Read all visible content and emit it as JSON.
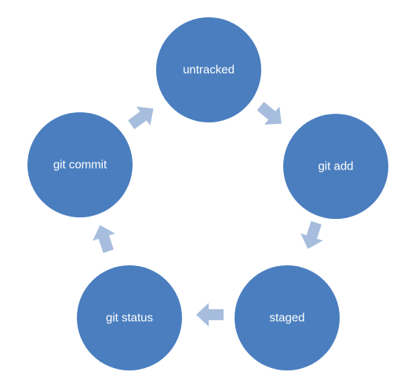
{
  "diagram": {
    "type": "cycle",
    "colors": {
      "node": "#4a7ebf",
      "arrow": "#a7bddd",
      "label": "#ffffff",
      "background": "#ffffff"
    },
    "nodes": [
      {
        "id": "untracked",
        "label": "untracked"
      },
      {
        "id": "git-add",
        "label": "git add"
      },
      {
        "id": "staged",
        "label": "staged"
      },
      {
        "id": "git-status",
        "label": "git status"
      },
      {
        "id": "git-commit",
        "label": "git commit"
      }
    ],
    "edges": [
      {
        "from": "untracked",
        "to": "git-add"
      },
      {
        "from": "git-add",
        "to": "staged"
      },
      {
        "from": "staged",
        "to": "git-status"
      },
      {
        "from": "git-status",
        "to": "git-commit"
      },
      {
        "from": "git-commit",
        "to": "untracked"
      }
    ]
  }
}
